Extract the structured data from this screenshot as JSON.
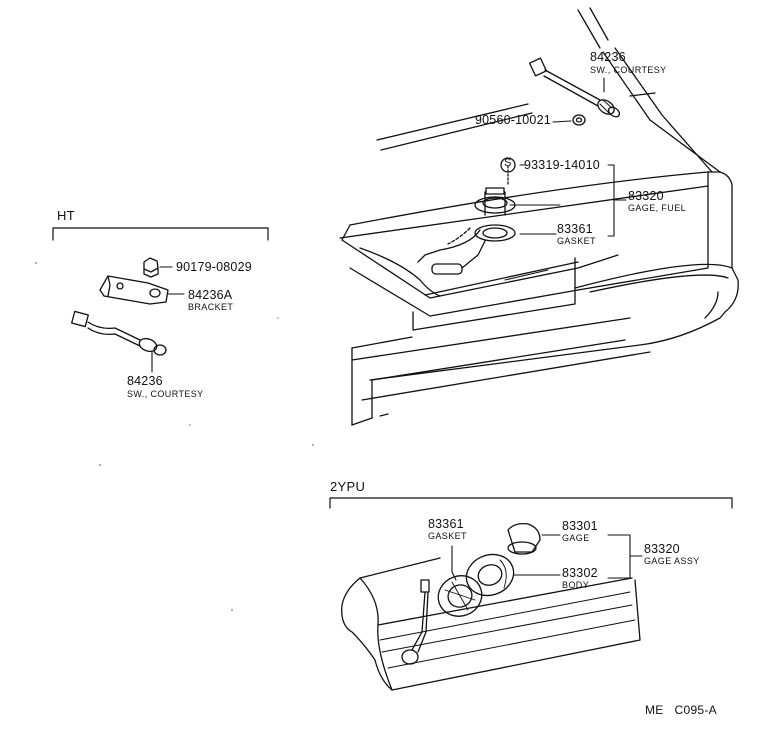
{
  "sections": {
    "ht": "HT",
    "ypu": "2YPU"
  },
  "parts": {
    "p84236_top": {
      "number": "84236",
      "desc": "SW., COURTESY"
    },
    "p90560": {
      "number": "90560-10021"
    },
    "p93319": {
      "number": "93319-14010",
      "symbol": "S"
    },
    "p83320_top": {
      "number": "83320",
      "desc": "GAGE, FUEL"
    },
    "p83361_top": {
      "number": "83361",
      "desc": "GASKET"
    },
    "p90179": {
      "number": "90179-08029"
    },
    "p84236A": {
      "number": "84236A",
      "desc": "BRACKET"
    },
    "p84236_ht": {
      "number": "84236",
      "desc": "SW., COURTESY"
    },
    "p83361_bot": {
      "number": "83361",
      "desc": "GASKET"
    },
    "p83301": {
      "number": "83301",
      "desc": "GAGE"
    },
    "p83302": {
      "number": "83302",
      "desc": "BODY"
    },
    "p83320_bot": {
      "number": "83320",
      "desc": "GAGE ASSY"
    }
  },
  "figure_code": "ME   C095-A",
  "colors": {
    "ink": "#111111",
    "paper": "#ffffff"
  }
}
